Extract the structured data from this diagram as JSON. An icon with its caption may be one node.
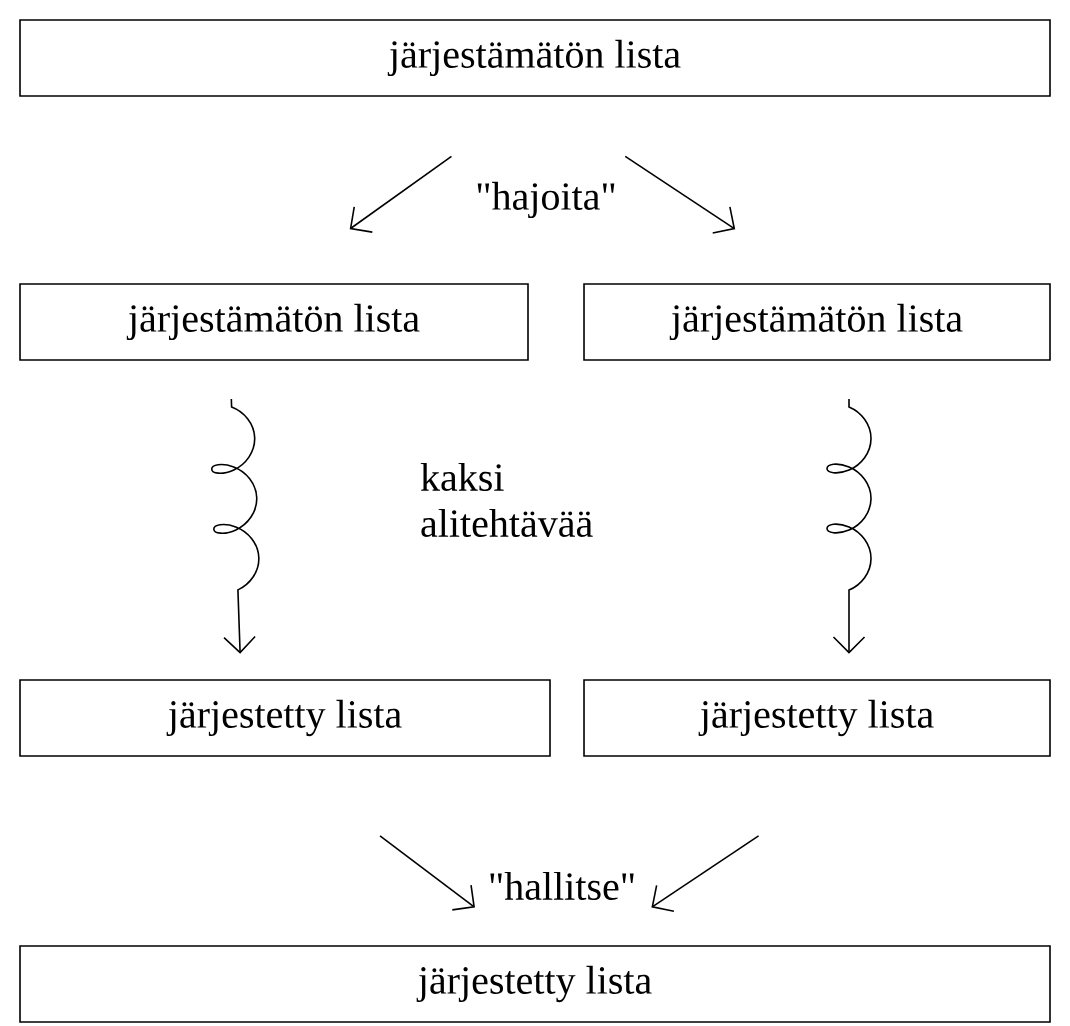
{
  "diagram": {
    "nodes": [
      {
        "text": [
          "järjestämätön lista"
        ]
      },
      {
        "text": [
          "järjestämätön lista"
        ]
      },
      {
        "text": [
          "järjestämätön lista"
        ]
      },
      {
        "text": [
          "järjestetty lista"
        ]
      },
      {
        "text": [
          "järjestetty lista"
        ]
      },
      {
        "text": [
          "järjestetty lista"
        ]
      }
    ],
    "edges": [
      {
        "from": 0,
        "to": 1,
        "arrow": "to"
      },
      {
        "from": 0,
        "to": 2,
        "arrow": "to"
      },
      {
        "from": 1,
        "to": 3,
        "arrow": "to"
      },
      {
        "from": 2,
        "to": 4,
        "arrow": "to"
      },
      {
        "from": 3,
        "to": 5,
        "arrow": "to"
      },
      {
        "from": 4,
        "to": 5,
        "arrow": "to"
      }
    ],
    "labels": [
      "\"hajoita\"",
      "kaksi alitehtävää",
      "\"hallitse\""
    ]
  }
}
